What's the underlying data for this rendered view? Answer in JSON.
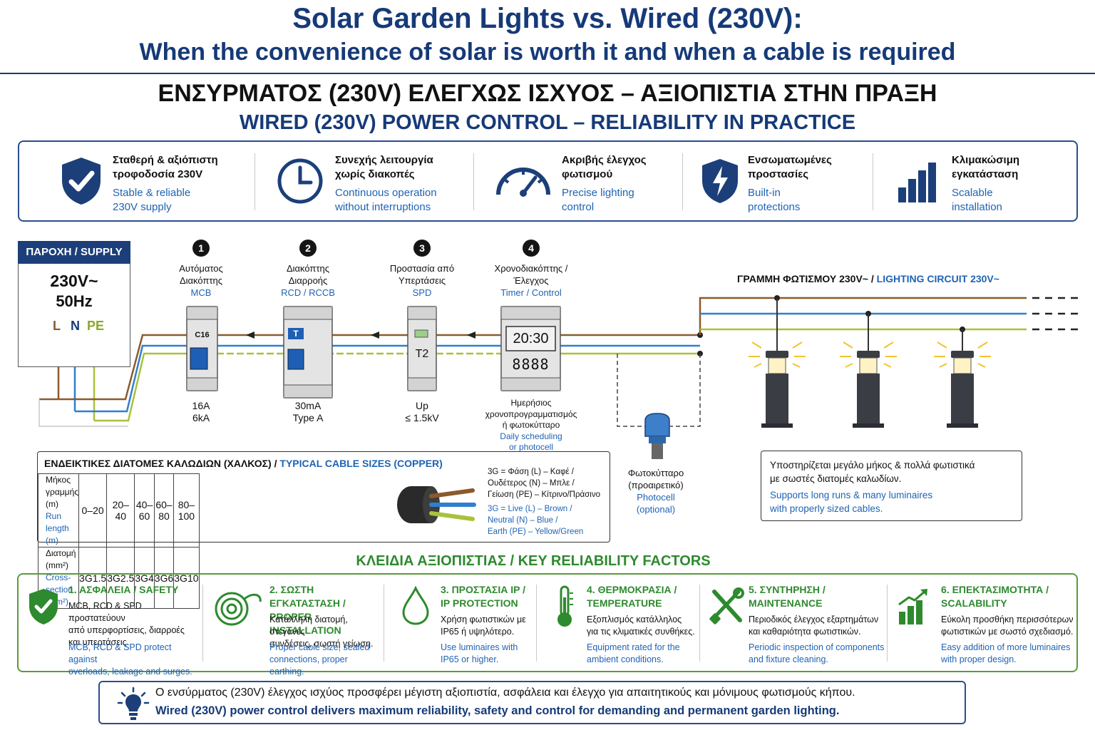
{
  "header": {
    "title": "Solar Garden Lights vs. Wired (230V):",
    "subtitle": "When the convenience of solar is worth it and when a cable is required",
    "gr_heading": "ΕΝΣΥΡΜΑΤΟΣ (230V) ΕΛΕΓΧΩΣ ΙΣΧΥΟΣ – ΑΞΙΟΠΙΣΤΙΑ ΣΤΗΝ ΠΡΑΞΗ",
    "en_heading": "WIRED (230V) POWER CONTROL – RELIABILITY IN PRACTICE"
  },
  "benefits": [
    {
      "icon": "shield-check-icon",
      "gr1": "Σταθερή & αξιόπιστη",
      "gr2": "τροφοδοσία 230V",
      "en1": "Stable & reliable",
      "en2": "230V supply"
    },
    {
      "icon": "clock-icon",
      "gr1": "Συνεχής λειτουργία",
      "gr2": "χωρίς διακοπές",
      "en1": "Continuous operation",
      "en2": "without interruptions"
    },
    {
      "icon": "gauge-icon",
      "gr1": "Ακριβής έλεγχος",
      "gr2": "φωτισμού",
      "en1": "Precise lighting",
      "en2": "control"
    },
    {
      "icon": "shield-bolt-icon",
      "gr1": "Ενσωματωμένες",
      "gr2": "προστασίες",
      "en1": "Built-in",
      "en2": "protections"
    },
    {
      "icon": "bar-chart-icon",
      "gr1": "Κλιμακώσιμη",
      "gr2": "εγκατάσταση",
      "en1": "Scalable",
      "en2": "installation"
    }
  ],
  "supply": {
    "header": "ΠΑΡΟΧΗ / SUPPLY",
    "voltage": "230V~",
    "freq": "50Hz",
    "l": "L",
    "n": "N",
    "pe": "PE"
  },
  "components": [
    {
      "num": "1",
      "gr1": "Αυτόματος",
      "gr2": "Διακόπτης",
      "en": "MCB",
      "spec1": "16A",
      "spec2": "6kA",
      "face": "C16"
    },
    {
      "num": "2",
      "gr1": "Διακόπτης",
      "gr2": "Διαρροής",
      "en": "RCD / RCCB",
      "spec1": "30mA",
      "spec2": "Type A",
      "face": "T"
    },
    {
      "num": "3",
      "gr1": "Προστασία από",
      "gr2": "Υπερτάσεις",
      "en": "SPD",
      "spec1": "Up",
      "spec2": "≤ 1.5kV",
      "face": "T2"
    },
    {
      "num": "4",
      "gr1": "Χρονοδιακόπτης /",
      "gr2": "Έλεγχος",
      "en": "Timer / Control",
      "face": "20:30",
      "face2": "8888"
    }
  ],
  "timer_note": {
    "gr1": "Ημερήσιος",
    "gr2": "χρονοπρογραμματισμός",
    "gr3": "ή φωτοκύτταρο",
    "en1": "Daily scheduling",
    "en2": "or photocell"
  },
  "circuit": {
    "gr": "ΓΡΑΜΜΗ ΦΩΤΙΣΜΟΥ 230V~ / ",
    "en": "LIGHTING CIRCUIT 230V~"
  },
  "photocell": {
    "gr1": "Φωτοκύτταρο",
    "gr2": "(προαιρετικό)",
    "en1": "Photocell",
    "en2": "(optional)"
  },
  "cable_table": {
    "title_gr": "ΕΝΔΕΙΚΤΙΚΕΣ ΔΙΑΤΟΜΕΣ ΚΑΛΩΔΙΩΝ (ΧΑΛΚΟΣ) / ",
    "title_en": "TYPICAL CABLE SIZES (COPPER)",
    "row1_gr": "Μήκος γραμμής (m)",
    "row1_en": "Run length (m)",
    "row2_gr": "Διατομή (mm²)",
    "row2_en": "Cross-section (mm²)",
    "lengths": [
      "0–20",
      "20–40",
      "40–60",
      "60–80",
      "80–100"
    ],
    "sizes": [
      "3G1.5",
      "3G2.5",
      "3G4",
      "3G6",
      "3G10"
    ]
  },
  "legend": {
    "gr1": "3G = Φάση (L) – Καφέ /",
    "gr2": "Ουδέτερος (N) – Μπλε /",
    "gr3": "Γείωση (PE) – Κίτρινο/Πράσινο",
    "en1": "3G = Live (L) – Brown /",
    "en2": "Neutral (N) – Blue /",
    "en3": "Earth (PE) – Yellow/Green"
  },
  "support": {
    "gr1": "Υποστηρίζεται μεγάλο μήκος & πολλά φωτιστικά",
    "gr2": "με σωστές διατομές καλωδίων.",
    "en1": "Supports long runs & many luminaires",
    "en2": "with properly sized cables."
  },
  "factors_title": "ΚΛΕΙΔΙΑ ΑΞΙΟΠΙΣΤΙΑΣ / KEY RELIABILITY FACTORS",
  "factors": [
    {
      "icon": "shield-check-icon",
      "t1": "1. ΑΣΦΑΛΕΙΑ / SAFETY",
      "t2": "",
      "g1": "MCB, RCD & SPD προστατεύουν",
      "g2": "από υπερφορτίσεις, διαρροές",
      "g3": "και υπερτάσεις.",
      "e1": "MCB, RCD & SPD protect against",
      "e2": "overloads, leakage and surges."
    },
    {
      "icon": "cable-coil-icon",
      "t1": "2. ΣΩΣΤΗ ΕΓΚΑΤΑΣΤΑΣΗ /",
      "t2": "PROPER INSTALLATION",
      "g1": "Κατάλληλη διατομή, στεγανές",
      "g2": "συνδέσεις, σωστή γείωση.",
      "g3": "",
      "e1": "Proper cable size, sealed",
      "e2": "connections, proper earthing."
    },
    {
      "icon": "water-drop-icon",
      "t1": "3. ΠΡΟΣΤΑΣΙΑ IP /",
      "t2": "IP PROTECTION",
      "g1": "Χρήση φωτιστικών με",
      "g2": "IP65 ή υψηλότερο.",
      "g3": "",
      "e1": "Use luminaires with",
      "e2": "IP65 or higher."
    },
    {
      "icon": "thermometer-icon",
      "t1": "4. ΘΕΡΜΟΚΡΑΣΙΑ /",
      "t2": "TEMPERATURE",
      "g1": "Εξοπλισμός κατάλληλος",
      "g2": "για τις κλιματικές συνθήκες.",
      "g3": "",
      "e1": "Equipment rated for the",
      "e2": "ambient conditions."
    },
    {
      "icon": "tools-icon",
      "t1": "5. ΣΥΝΤΗΡΗΣΗ /",
      "t2": "MAINTENANCE",
      "g1": "Περιοδικός έλεγχος εξαρτημάτων",
      "g2": "και καθαριότητα φωτιστικών.",
      "g3": "",
      "e1": "Periodic inspection of components",
      "e2": "and fixture cleaning."
    },
    {
      "icon": "growth-chart-icon",
      "t1": "6. ΕΠΕΚΤΑΣΙΜΟΤΗΤΑ /",
      "t2": "SCALABILITY",
      "g1": "Εύκολη προσθήκη περισσότερων",
      "g2": "φωτιστικών με σωστό σχεδιασμό.",
      "g3": "",
      "e1": "Easy addition of more luminaires",
      "e2": "with proper design."
    }
  ],
  "bottom": {
    "gr": "Ο ενσύρματος (230V) έλεγχος ισχύος προσφέρει μέγιστη αξιοπιστία, ασφάλεια και έλεγχο για απαιτητικούς και μόνιμους φωτισμούς κήπου.",
    "en": "Wired (230V) power control delivers maximum reliability, safety and control for demanding and permanent garden lighting."
  },
  "colors": {
    "navy": "#163a78",
    "blue": "#1e63b5",
    "green": "#2e8a2e",
    "live": "#8b5a2b",
    "neutral": "#2f7fd0",
    "earth": "#a8c23a"
  }
}
